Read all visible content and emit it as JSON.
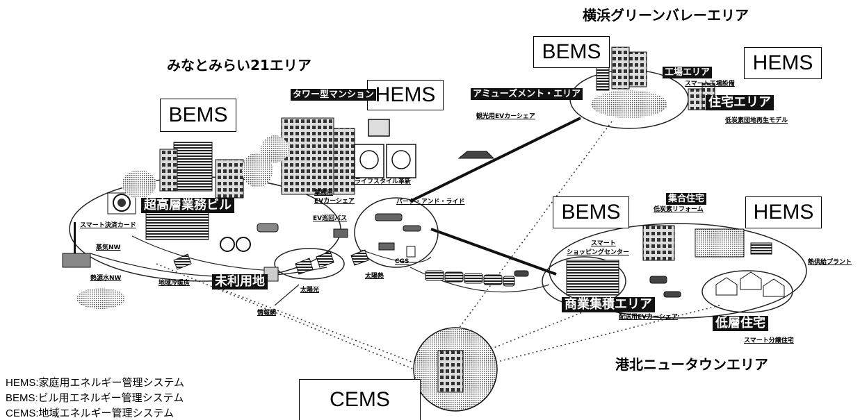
{
  "areas": {
    "minato": "みなとみらい21エリア",
    "yokohama": "横浜グリーンバレーエリア",
    "kohoku": "港北ニュータウンエリア"
  },
  "systems": {
    "bems_left": "BEMS",
    "hems_center": "HEMS",
    "bems_top": "BEMS",
    "hems_top": "HEMS",
    "bems_right": "BEMS",
    "hems_right": "HEMS",
    "cems": "CEMS"
  },
  "tags": {
    "tower_mansion": "タワー型マンション",
    "super_office": "超高層業務ビル",
    "unused_heat": "未利用地",
    "amusement": "アミューズメント・エリア",
    "factory": "工場エリア",
    "residential": "住宅エリア",
    "apartment": "集合住宅",
    "commercial": "商業集積エリア",
    "low_rise": "低層住宅"
  },
  "labels": {
    "lifestyle": "ライフスタイル革新",
    "business_ev": "業務用",
    "business_ev2": "EVカーシェア",
    "park_ride": "パーク・アンド・ライド",
    "ev_bus": "EV巡回バス",
    "smart_payment": "スマート決済カード",
    "steam_nw": "蒸気NW",
    "hot_water_nw": "熱源水NW",
    "district_cooling": "地域冷暖房",
    "solar": "太陽光",
    "solar_heat": "太陽熱",
    "cgs": "CGS",
    "info_net": "情報網",
    "tourism_ev": "観光用EVカーシェア",
    "smart_factory": "スマート工場設備",
    "low_carbon": "低炭素団地再生モデル",
    "low_carbon_reform": "低炭素リフォーム",
    "smart_shopping_1": "スマート",
    "smart_shopping_2": "ショッピングセンター",
    "delivery_ev": "配送用EVカーシェア",
    "heat_plant": "熱供給プラント",
    "smart_housing": "スマート分譲住宅"
  },
  "legend": [
    "HEMS:家庭用エネルギー管理システム",
    "BEMS:ビル用エネルギー管理システム",
    "CEMS:地域エネルギー管理システム"
  ]
}
